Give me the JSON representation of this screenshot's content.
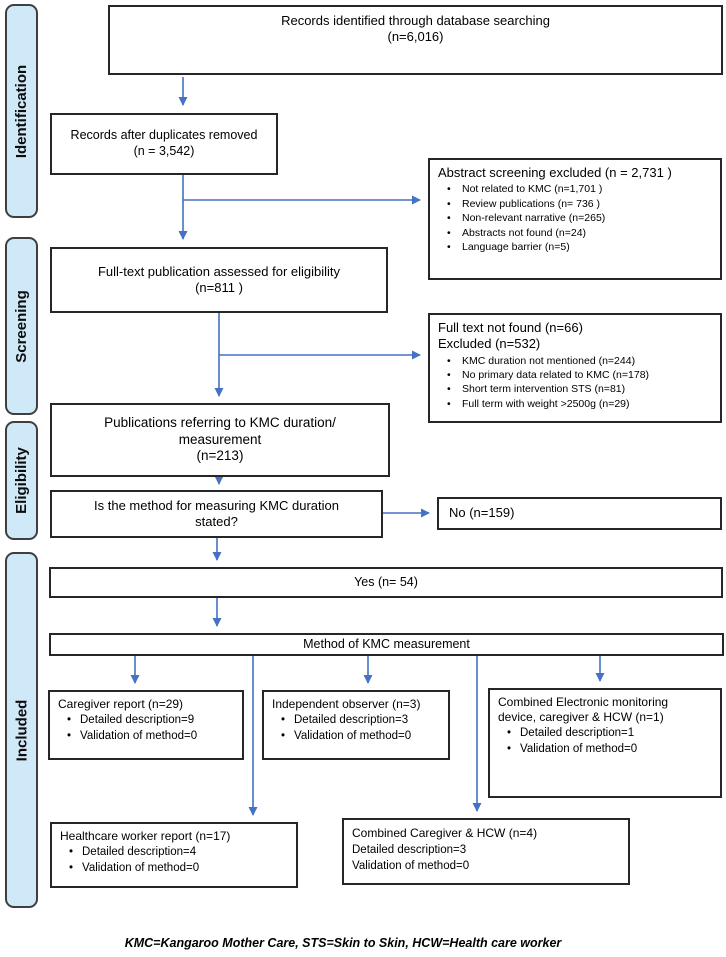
{
  "sidebar": {
    "stages": [
      {
        "label": "Identification"
      },
      {
        "label": "Screening"
      },
      {
        "label": "Eligibility"
      },
      {
        "label": "Included"
      }
    ]
  },
  "boxes": {
    "records_identified": {
      "line1": "Records identified through database searching",
      "line2": "(n=6,016)"
    },
    "duplicates_removed": {
      "line1": "Records after duplicates removed",
      "line2": "(n = 3,542)"
    },
    "abstract_excluded": {
      "title": "Abstract screening excluded (n = 2,731 )",
      "bullets": [
        "Not related to KMC (n=1,701 )",
        "Review publications (n= 736 )",
        "Non-relevant narrative (n=265)",
        "Abstracts not found (n=24)",
        "Language barrier (n=5)"
      ]
    },
    "fulltext_assessed": {
      "line1": "Full-text publication assessed for eligibility",
      "line2": "(n=811 )"
    },
    "fulltext_not_found": {
      "title1": "Full text not found (n=66)",
      "title2": "Excluded (n=532)",
      "bullets": [
        "KMC duration not mentioned (n=244)",
        "No primary data related to KMC (n=178)",
        "Short term intervention STS (n=81)",
        "Full term with weight >2500g (n=29)"
      ]
    },
    "publications_referring": {
      "line1": "Publications referring to KMC duration/",
      "line2": "measurement",
      "line3": "(n=213)"
    },
    "method_question": {
      "line1": "Is the method for measuring KMC duration",
      "line2": "stated?"
    },
    "no_box": {
      "label": "No (n=159)"
    },
    "yes_box": {
      "label": "Yes (n= 54)"
    },
    "method_box": {
      "label": "Method of KMC measurement"
    },
    "caregiver_report": {
      "title": "Caregiver report (n=29)",
      "bullets": [
        "Detailed description=9",
        "Validation of method=0"
      ]
    },
    "independent_observer": {
      "title": "Independent observer (n=3)",
      "bullets": [
        "Detailed description=3",
        "Validation of method=0"
      ]
    },
    "combined_electronic": {
      "title1": "Combined Electronic monitoring",
      "title2": "device, caregiver & HCW (n=1)",
      "bullets": [
        "Detailed description=1",
        "Validation of method=0"
      ]
    },
    "healthcare_worker": {
      "title": "Healthcare worker report (n=17)",
      "bullets": [
        "Detailed description=4",
        "Validation of method=0"
      ]
    },
    "combined_caregiver_hcw": {
      "title": "Combined Caregiver & HCW (n=4)",
      "lines": [
        "Detailed description=3",
        "Validation of method=0"
      ]
    }
  },
  "footer": {
    "note": "KMC=Kangaroo Mother Care, STS=Skin to Skin, HCW=Health care worker"
  },
  "colors": {
    "arrow_blue": "#4472c4",
    "stage_fill": "#cfe9f8",
    "stage_border": "#3f3f3f",
    "box_border": "#262626"
  }
}
